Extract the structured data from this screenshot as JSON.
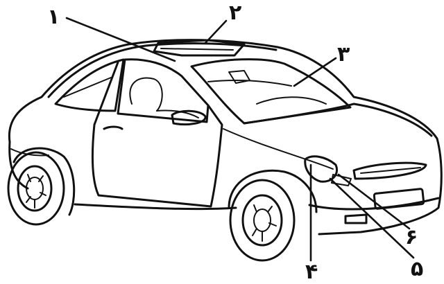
{
  "callouts": [
    {
      "id": "door-mirror",
      "label": "۱"
    },
    {
      "id": "sunroof",
      "label": "۲"
    },
    {
      "id": "windscreen",
      "label": "۳"
    },
    {
      "id": "headlamp",
      "label": "۴"
    },
    {
      "id": "front-bumper",
      "label": "۵"
    },
    {
      "id": "indicator",
      "label": "۶"
    }
  ],
  "colors": {
    "ink": "#111111",
    "paper": "#ffffff"
  }
}
